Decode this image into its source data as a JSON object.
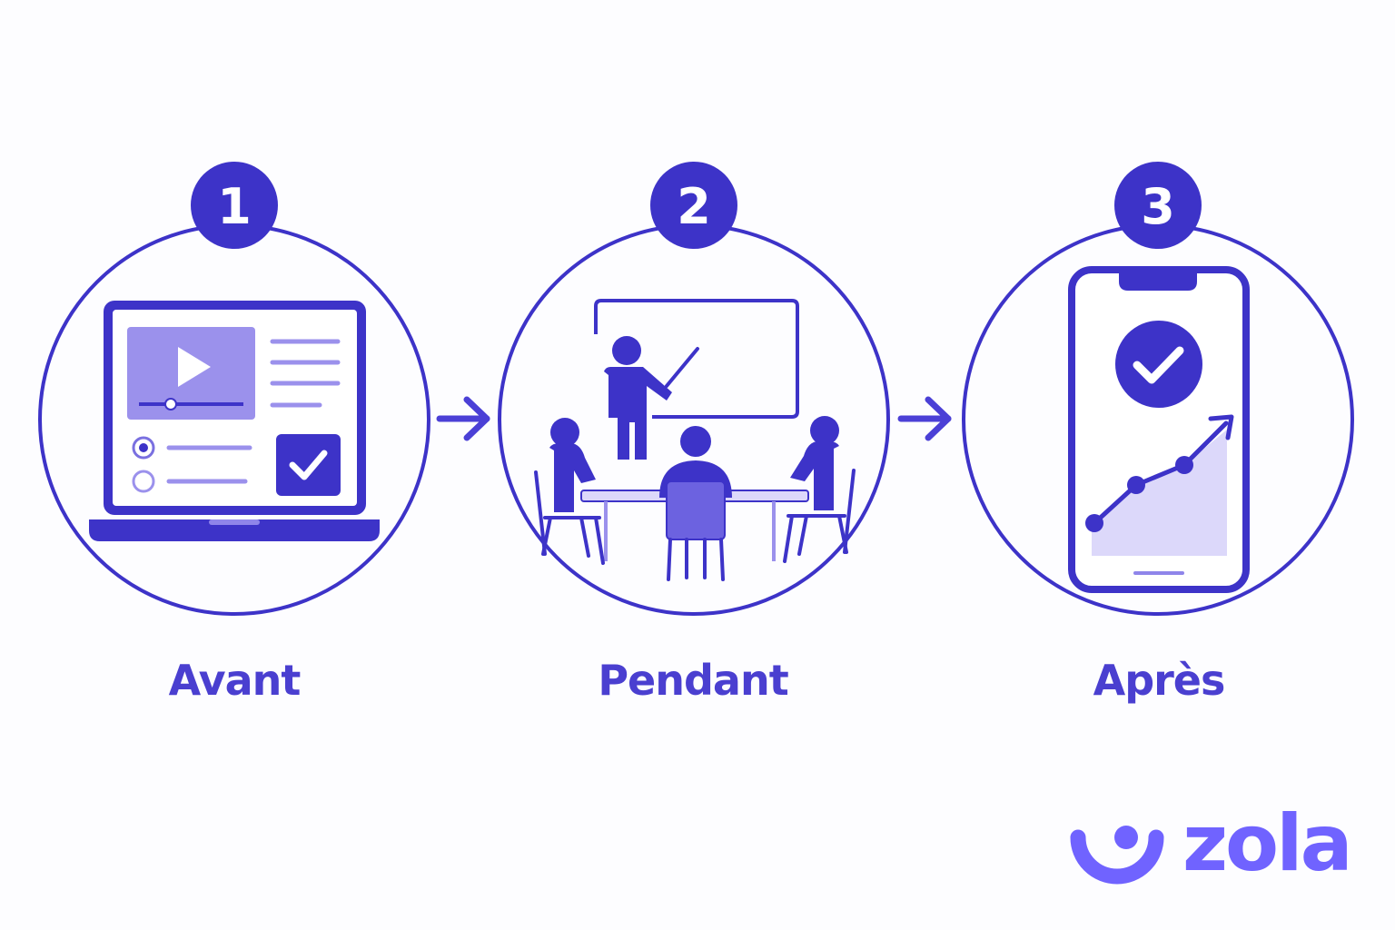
{
  "steps": [
    {
      "number": "1",
      "label": "Avant",
      "icon": "laptop-icon"
    },
    {
      "number": "2",
      "label": "Pendant",
      "icon": "classroom-icon"
    },
    {
      "number": "3",
      "label": "Après",
      "icon": "smartphone-icon"
    }
  ],
  "brand": {
    "name": "zola",
    "logo_icon": "smile-icon"
  },
  "colors": {
    "primary": "#3d33c8",
    "accent": "#4b40d6",
    "light": "#9b91ec",
    "pale": "#dcd8fa",
    "brand": "#7063ff",
    "background": "#fdfdff"
  }
}
